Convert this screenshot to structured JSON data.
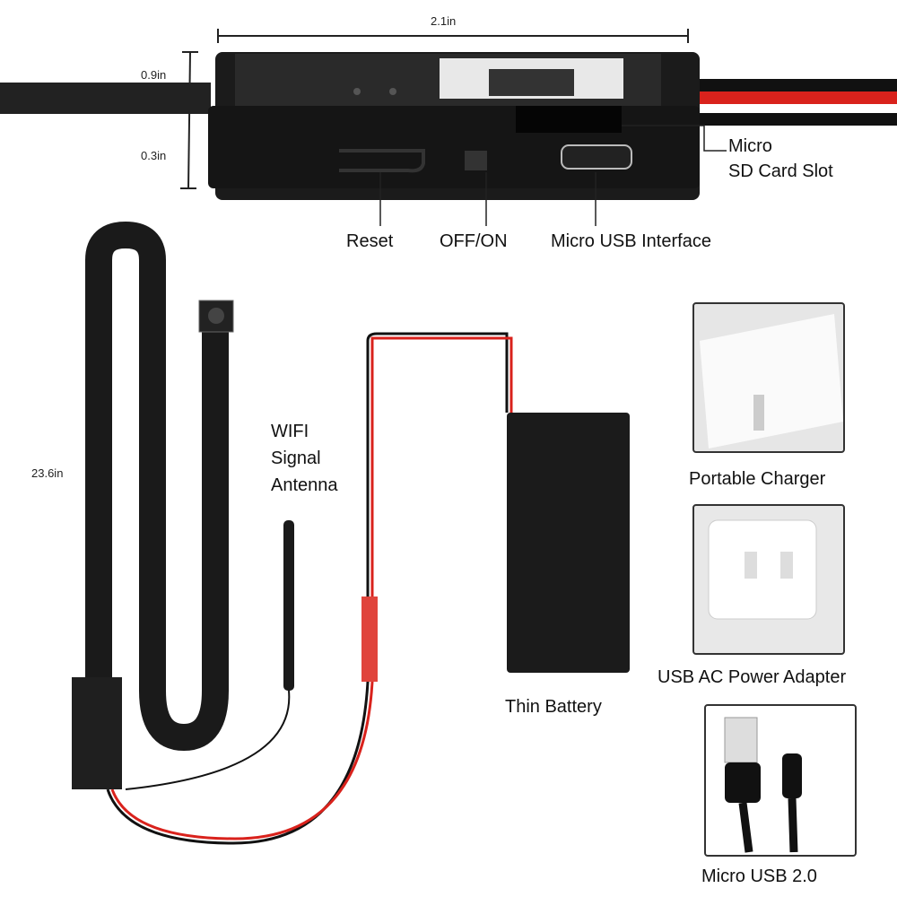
{
  "dimensions": {
    "width": "2.1in",
    "height_top": "0.9in",
    "height_bottom": "0.3in",
    "cable_length": "23.6in"
  },
  "callouts": {
    "sd_slot": [
      "Micro",
      "SD Card Slot"
    ],
    "reset": "Reset",
    "switch": "OFF/ON",
    "usb": "Micro USB Interface",
    "antenna": [
      "WIFI",
      "Signal",
      "Antenna"
    ],
    "battery": "Thin Battery"
  },
  "power_options": [
    {
      "label": "Portable Charger"
    },
    {
      "label": "USB AC Power Adapter"
    },
    {
      "label": "Micro USB 2.0"
    }
  ],
  "colors": {
    "wire_red": "#d9221c",
    "body": "#1b1b1b",
    "connector": "#e0443c"
  }
}
